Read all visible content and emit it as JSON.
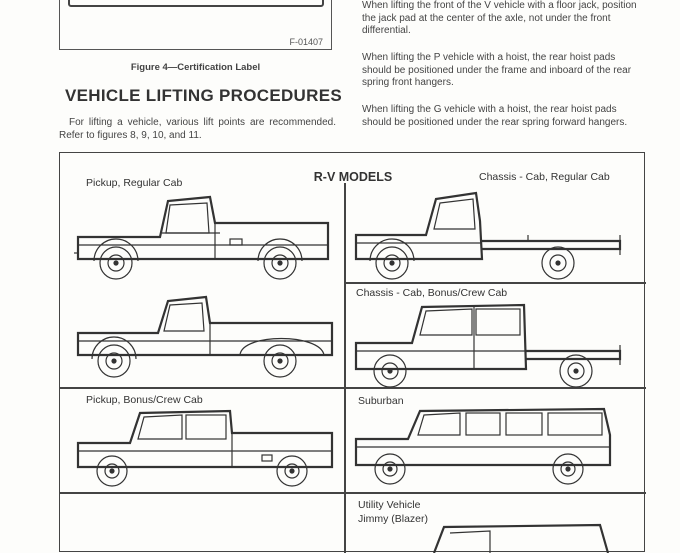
{
  "figure": {
    "code": "F-01407",
    "caption": "Figure 4—Certification Label"
  },
  "section": {
    "heading": "VEHICLE LIFTING PROCEDURES",
    "intro": "For lifting a vehicle, various lift points are recommended. Refer to figures 8, 9, 10, and 11."
  },
  "right_column": {
    "p1": "When lifting the front of the V vehicle with a floor jack, position the jack pad at the center of the axle, not under the front differential.",
    "p2": "When lifting the P vehicle with a hoist, the rear hoist pads should be positioned under the frame and inboard of the rear spring front hangers.",
    "p3": "When lifting the G vehicle with a hoist, the rear hoist pads should be positioned under the rear spring forward hangers."
  },
  "panel": {
    "title": "R-V MODELS",
    "labels": {
      "pickup_regular": "Pickup, Regular Cab",
      "chassis_regular": "Chassis - Cab, Regular Cab",
      "chassis_bonus": "Chassis - Cab, Bonus/Crew Cab",
      "pickup_bonus": "Pickup, Bonus/Crew Cab",
      "suburban": "Suburban",
      "utility": "Utility Vehicle",
      "jimmy": "Jimmy (Blazer)"
    }
  }
}
